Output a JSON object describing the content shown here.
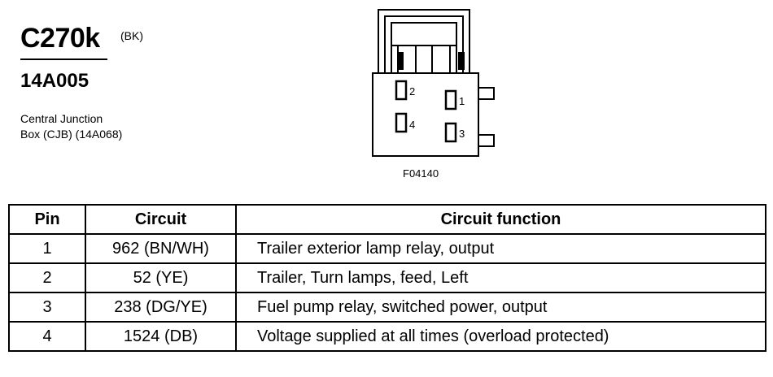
{
  "header": {
    "connector_id": "C270k",
    "color_code": "(BK)",
    "part_number": "14A005",
    "location_line1": "Central Junction",
    "location_line2": "Box (CJB) (14A068)"
  },
  "figure": {
    "code": "F04140",
    "pin_labels": [
      "1",
      "2",
      "3",
      "4"
    ]
  },
  "table": {
    "headers": {
      "pin": "Pin",
      "circuit": "Circuit",
      "function": "Circuit function"
    },
    "rows": [
      {
        "pin": "1",
        "circuit": "962 (BN/WH)",
        "function": "Trailer exterior lamp relay, output"
      },
      {
        "pin": "2",
        "circuit": "52 (YE)",
        "function": "Trailer, Turn lamps, feed, Left"
      },
      {
        "pin": "3",
        "circuit": "238 (DG/YE)",
        "function": "Fuel pump relay, switched power, output"
      },
      {
        "pin": "4",
        "circuit": "1524 (DB)",
        "function": "Voltage supplied at all times (overload protected)"
      }
    ]
  }
}
